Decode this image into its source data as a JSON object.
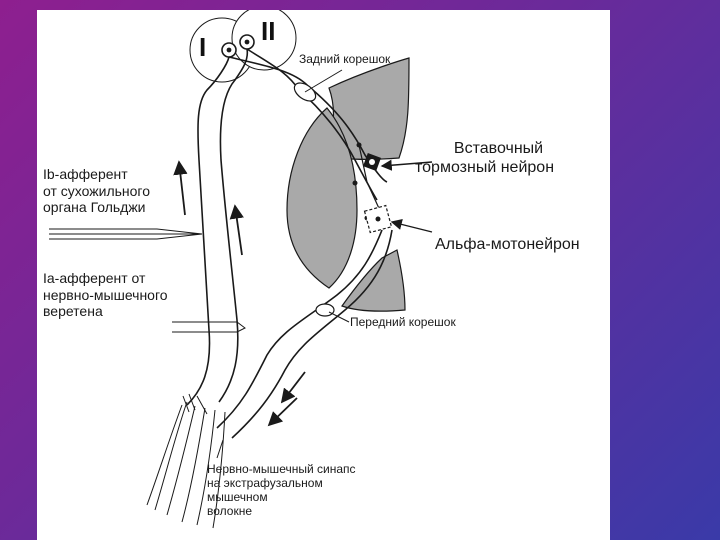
{
  "receptor_labels": {
    "type_one": "I",
    "type_two": "II"
  },
  "labels": {
    "dorsal_root": "Задний корешок",
    "interneuron": [
      "Вставочный",
      "тормозный нейрон"
    ],
    "alpha_motoneuron": "Альфа-мотонейрон",
    "ventral_root": "Передний корешок",
    "ib_afferent": [
      "Ib-афферент",
      "от сухожильного",
      "органа Гольджи"
    ],
    "ia_afferent": [
      "Ia-афферент от",
      "нервно-мышечного",
      "веретена"
    ],
    "synapse": [
      "Нервно-мышечный синапс",
      "на экстрафузальном",
      "мышечном",
      "волокне"
    ]
  },
  "colors": {
    "grey_matter": "#a9a9a9",
    "line": "#1a1a1a",
    "panel": "#ffffff"
  }
}
